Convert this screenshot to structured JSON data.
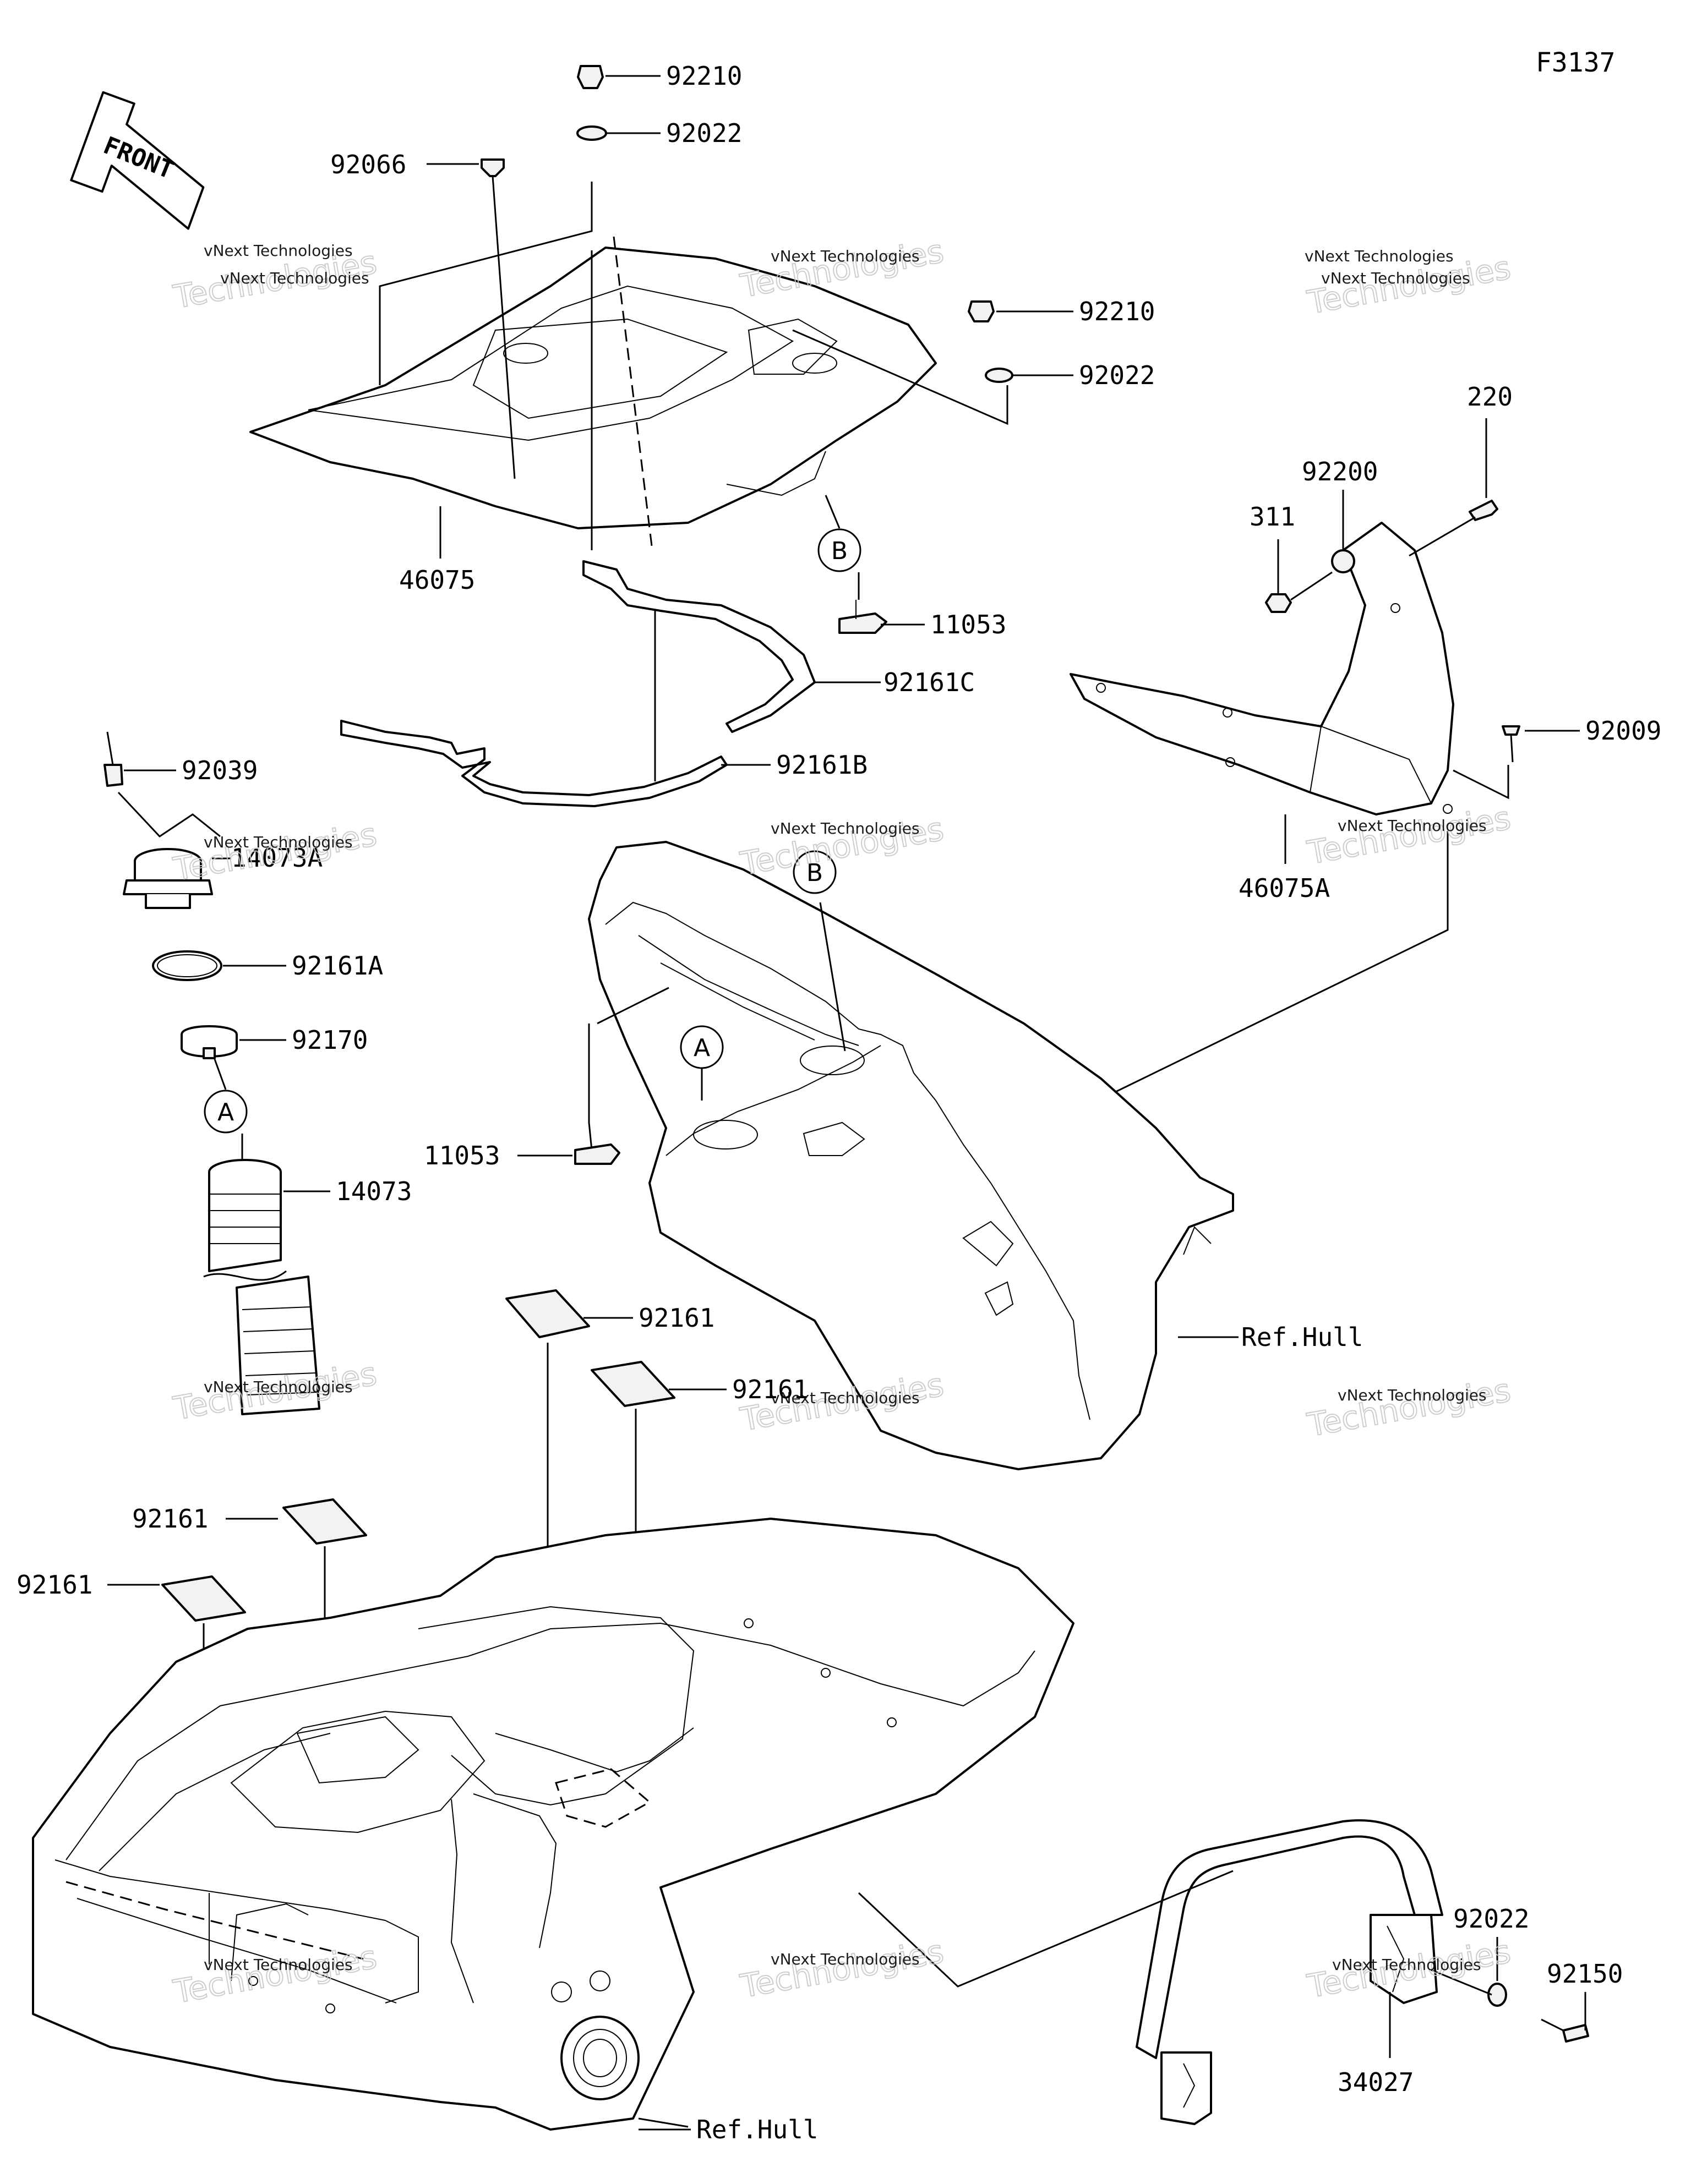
{
  "figure_code": "F3137",
  "front_label": "FRONT",
  "watermark": {
    "line1": "vNext Technologies",
    "line2": "Technologies",
    "line3": "vNext"
  },
  "ref_labels": {
    "hull_upper": "Ref.Hull",
    "hull_lower": "Ref.Hull"
  },
  "callouts": {
    "a": "A",
    "b": "B"
  },
  "parts": {
    "p92210_top": "92210",
    "p92022_top": "92022",
    "p92066": "92066",
    "p92210_mid": "92210",
    "p92022_mid": "92022",
    "p46075": "46075",
    "p11053_b": "11053",
    "p92161C": "92161C",
    "p92161B": "92161B",
    "p92039": "92039",
    "p14073A": "14073A",
    "p92161A": "92161A",
    "p92170": "92170",
    "p11053_a": "11053",
    "p14073": "14073",
    "p220": "220",
    "p92200": "92200",
    "p311": "311",
    "p92009": "92009",
    "p46075A": "46075A",
    "p92161_1": "92161",
    "p92161_2": "92161",
    "p92161_3": "92161",
    "p92161_4": "92161",
    "p92022_bot": "92022",
    "p92150": "92150",
    "p34027": "34027"
  }
}
